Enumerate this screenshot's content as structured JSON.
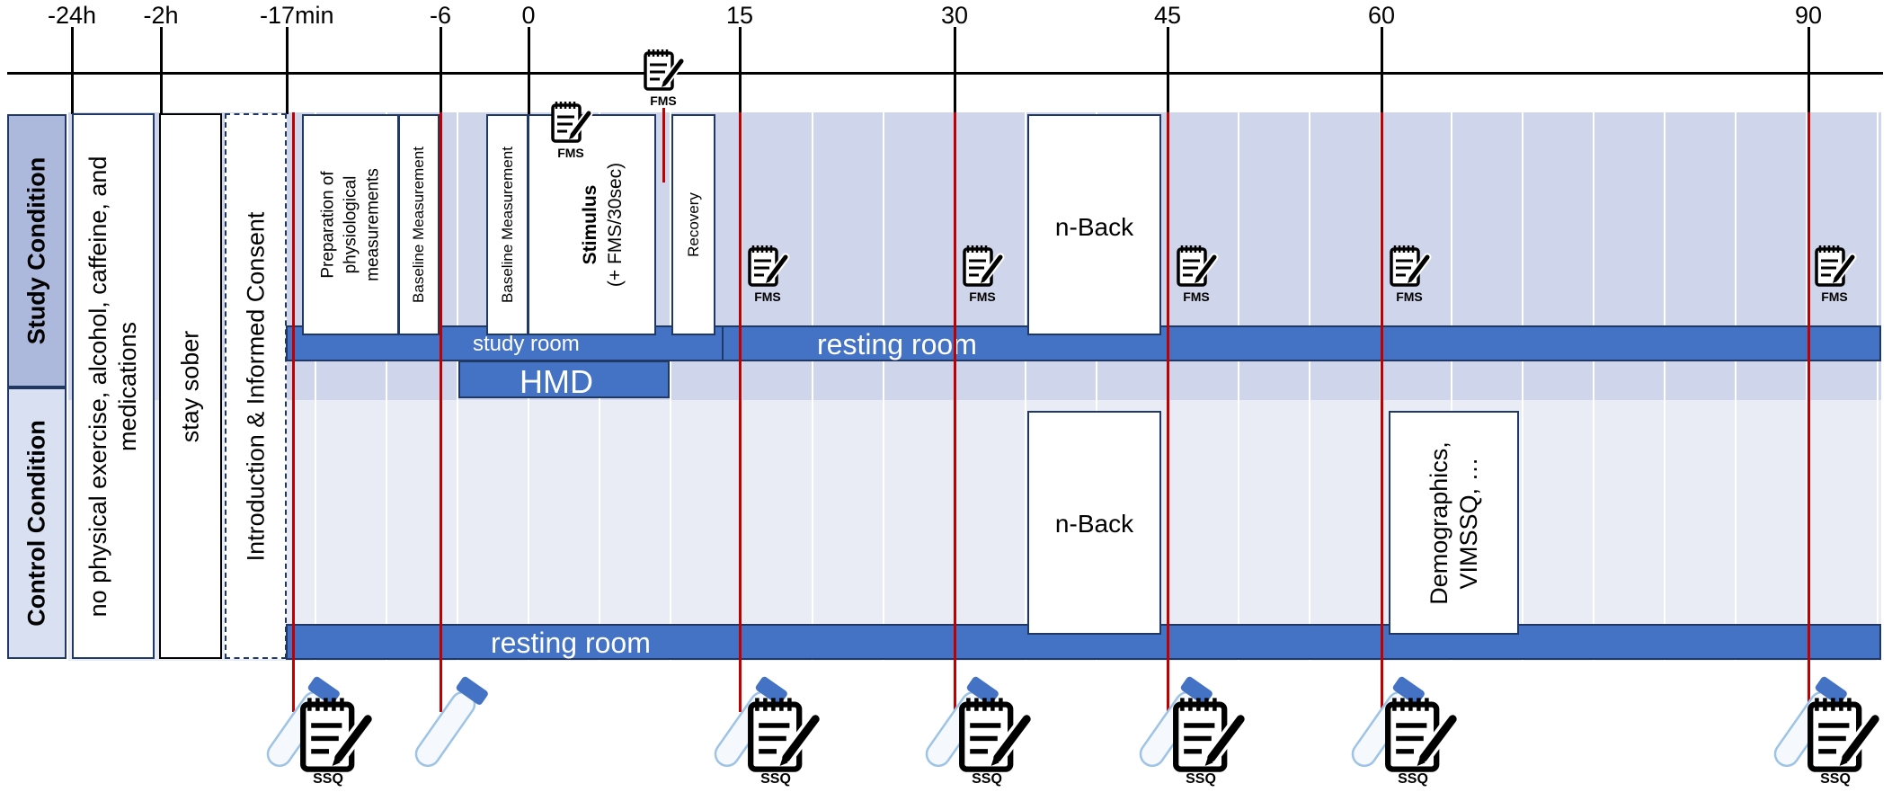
{
  "timeline": {
    "ticks": [
      "-24h",
      "-2h",
      "-17min",
      "-6",
      "0",
      "15",
      "30",
      "45",
      "60",
      "90"
    ]
  },
  "conditions": {
    "study": "Study Condition",
    "control": "Control Condition"
  },
  "pre_phases": {
    "abstinence": [
      "no physical exercise, alcohol, caffeine, and",
      "medications"
    ],
    "sober": "stay sober",
    "intro": "Introduction & Informed Consent"
  },
  "study_blocks": {
    "preparation": [
      "Preparation of",
      "physiological",
      "measurements"
    ],
    "baseline_1": "Baseline Measurement",
    "baseline_2": "Baseline Measurement",
    "stimulus_title": "Stimulus",
    "stimulus_sub": "(+ FMS/30sec)",
    "recovery": "Recovery",
    "nback": "n-Back"
  },
  "control_blocks": {
    "nback": "n-Back",
    "demographics": [
      "Demographics,",
      "VIMSSQ, …"
    ]
  },
  "rooms": {
    "study_room": "study room",
    "resting_room_study": "resting room",
    "hmd": "HMD",
    "resting_room_control": "resting room"
  },
  "markers": {
    "fms_label": "FMS",
    "ssq_label": "SSQ",
    "fms_icon": "notepad-pencil-icon",
    "ssq_icon": "notepad-pencil-icon",
    "sample_icon": "saliva-tube-icon"
  },
  "colors": {
    "study_band": "#cfd5ea",
    "control_band": "#e9ebf5",
    "room_bar": "#4472c4",
    "room_border": "#1f3864",
    "measurement_line": "#c00000"
  }
}
